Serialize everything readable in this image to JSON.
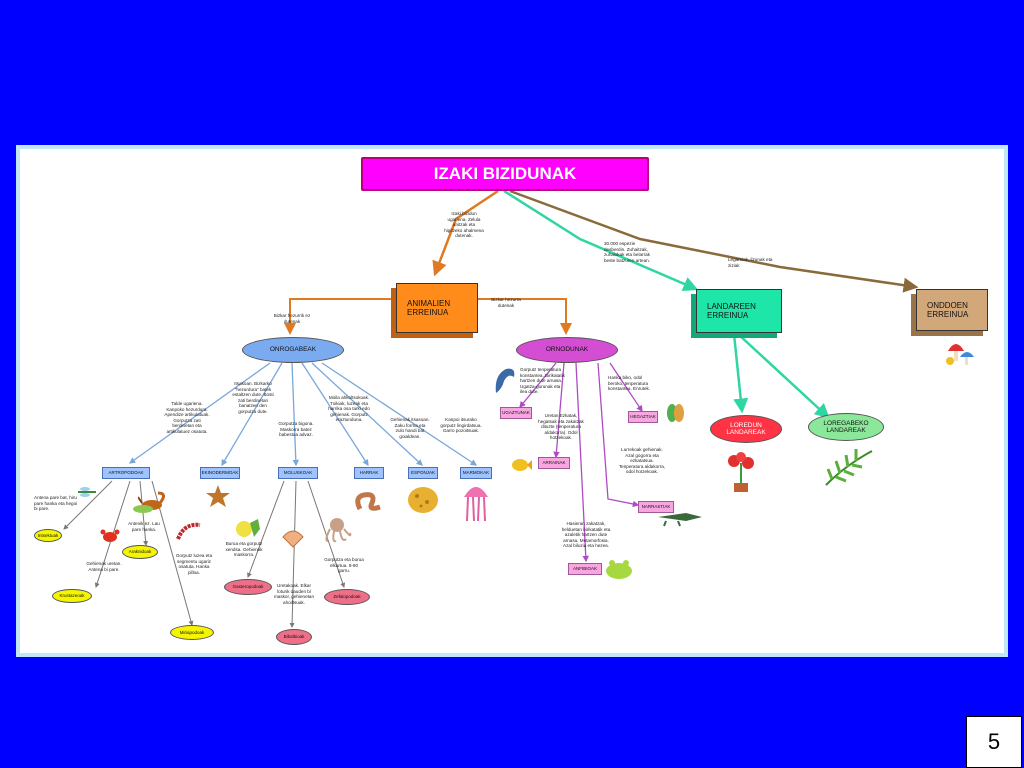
{
  "page_number": "5",
  "title": "IZAKI BIZIDUNAK",
  "kingdoms": {
    "animals": "ANIMALIEN ERREINUA",
    "plants": "LANDAREEN ERREINUA",
    "fungi": "ONDDOEN ERREINUA"
  },
  "groups": {
    "invertebrates": "ONROGABEAK",
    "vertebrates": "ORNODUNAK",
    "flowering": "LOREDUN LANDAREAK",
    "nonflowering": "LOREGABEKO LANDAREAK"
  },
  "invertebrate_types": {
    "arthropods": "ARTROPODOAK",
    "echinoderms": "EKINODERMOAK",
    "molluscs": "MOLUSKOAK",
    "worms": "HARRAK",
    "sponges": "ESPONJAK",
    "cnidarians": "MARMOKAK"
  },
  "arthropod_classes": {
    "insects": "Intsektuak",
    "arachnids": "Araknidoak",
    "crustaceans": "Krustazeoak",
    "myriapods": "Miriapodoak"
  },
  "mollusc_classes": {
    "gastropods": "Gasteropodoak",
    "bivalves": "Bibalbioak",
    "cephalopods": "Zefalopodoak"
  },
  "vertebrate_classes": {
    "mammals": "UGAZTUNAK",
    "fish": "ARRAINAK",
    "birds": "HEGAZTIAK",
    "reptiles": "NARRASTIAK",
    "amphibians": "ANFIBIOAK"
  },
  "notes": {
    "root_animals": "Izaki bizidun ugariena. Zelula anitzak eta higitzeko ahalmena dutenak.",
    "root_plants": "30.000 espezie desberdin. Zuhaitzak, zuhaixkak eta belarrak beste batzuren artean.",
    "root_fungi": "Legamiak, lizunak eta ziziak",
    "no_backbone": "Bizkar hezurrik ez dutenak",
    "backbone": "Bizkar hezurra dutenak",
    "arthropods": "Talde ugariena. Kanpoko hezurdura. Apendize artikulatuak. Gorputza zati berdinetan eta artikulatuez osatuta.",
    "echinoderms": "Itsasoan. Bizkarko \"hezurdura\" batek estaltzen dute. Bosti zati berdinetan banatzen den gorputza dute.",
    "molluscs": "Gorputza biguna. Maskorra batez babestua advaz.",
    "worms": "Moila ahkoltsokoak. Txikiak, luzeak eta harrika osa tarki edo gehienak. Gorputz eraztunduna.",
    "sponges": "Gehienak itsasoan. Zaku forma eta zulo handi bat goialdean.",
    "cnidarians": "Kanpoi itsurako gorputz lingirdatsua. Garro pozoitsuak.",
    "insects": "Antena pare bat, hiru pare hanka eta hegoi bi pare.",
    "arachnids": "Antenik ez. Lau pare hanka.",
    "crustaceans": "Gehienak uretan. Antena bi pare.",
    "myriapods": "Gorputz luzea eta segmentu ugariz osatuta. Hanka pilloa.",
    "gastropods": "Buruа eta gorputz xendsa. Gehienak maskorra.",
    "bivalves": "Uretakoak. Elkar loturik dauden bi maskor, gehienetan ahoiltsuak.",
    "cephalopods": "Gorputza eta burua elkartua. 8-90 garru.",
    "mammals": "Gorputz tenperatura konstantea. Birikatatik hartzen dute arnasa. Ugatza-gurunak eta ilea dute.",
    "fish": "Uretan Ezkatak, hegatsak eta zakatzak dituzte (tenperatura aldakorra). Odol hotzekoak.",
    "birds": "Hanka biko, odol beroko, tenperatura konstantea. Enrutek.",
    "reptiles": "Lurrekoak gehienak. Azal gogorra eta ezkatatsua. Tenperatura aldakorra, odol hotzekoak.",
    "amphibians": "Hasieran zakatzak, helduetan birikatatik eta azaletik hartzen dute arnasa. Metamorfosia. Azal biluzia eta hezea."
  },
  "colors": {
    "title_fill": "#ff00ff",
    "animals_cube": "#ff8c1a",
    "plants_cube": "#1ee6a8",
    "fungi_cube": "#d2a77a",
    "invertebrate_ellipse": "#7aaaf0",
    "vertebrate_ellipse": "#d34ed3",
    "flowering_ellipse": "#ff3344",
    "nonflowering_ellipse": "#8be89a",
    "arrow_orange": "#e07a22",
    "arrow_teal": "#2fd6a4",
    "arrow_brown": "#8a6a3a",
    "arrow_blue": "#7aa7d9",
    "arrow_purple": "#b04ac4",
    "arrow_grey": "#777777"
  }
}
